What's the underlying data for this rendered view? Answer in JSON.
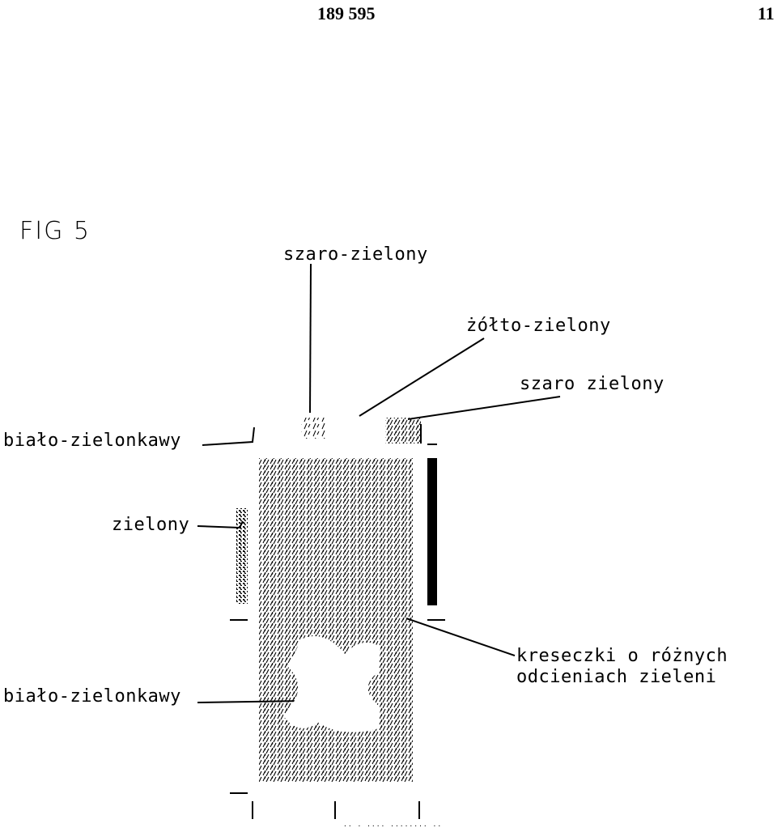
{
  "header": {
    "patent_number": "189 595",
    "page_number": "11"
  },
  "figure": {
    "label": "FIG 5",
    "labels": {
      "top_left": "szaro-zielony",
      "top_middle": "żółto-zielony",
      "top_right": "szaro zielony",
      "left_upper": "biało-zielonkawy",
      "left_middle": "zielony",
      "right_lower_line1": "kreseczki o różnych",
      "right_lower_line2": "odcieniach zieleni",
      "left_lower": "biało-zielonkawy"
    }
  },
  "footer": {
    "small_print": "·· · ···· ········ ··"
  },
  "colors": {
    "ink": "#000000",
    "paper": "#ffffff"
  }
}
